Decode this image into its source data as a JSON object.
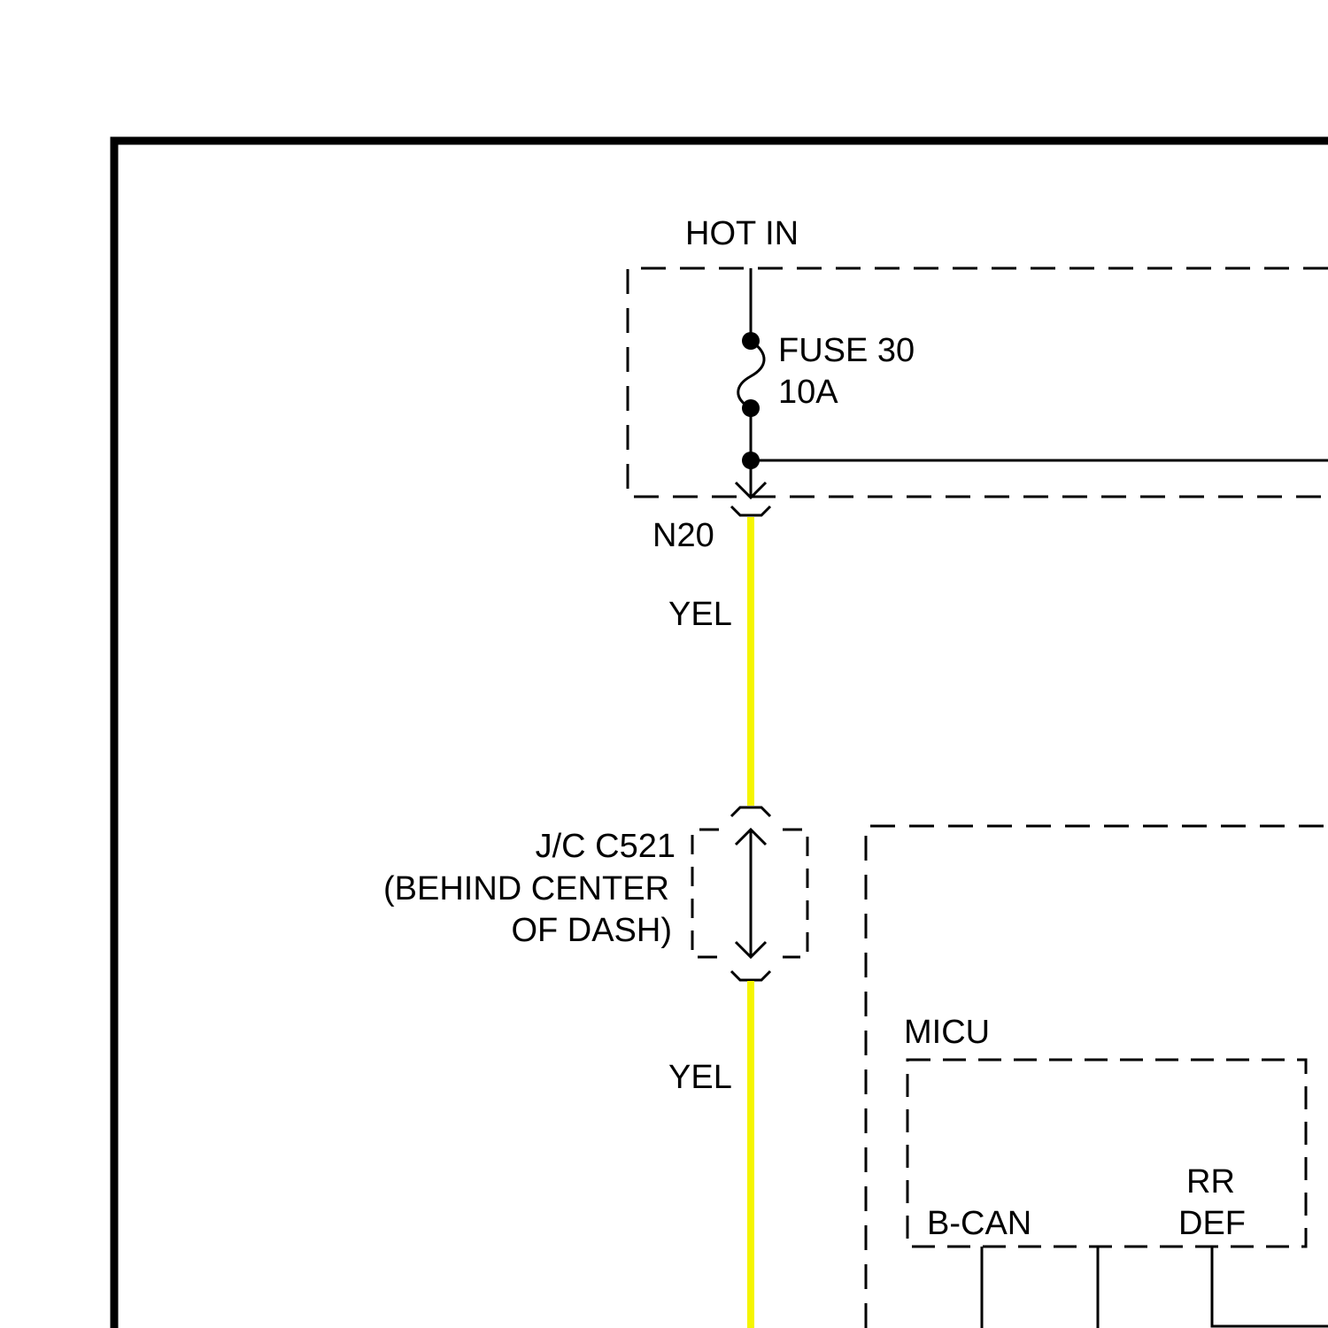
{
  "diagram": {
    "colors": {
      "wire": "#000000",
      "yellow_wire": "#f5f500",
      "background": "#ffffff"
    },
    "labels": {
      "hot_in": "HOT IN",
      "fuse_name": "FUSE 30",
      "fuse_rating": "10A",
      "connector_n20": "N20",
      "wire_color_upper": "YEL",
      "wire_color_lower": "YEL",
      "jc_line1": "J/C C521",
      "jc_line2": "(BEHIND CENTER",
      "jc_line3": "OF DASH)",
      "micu": "MICU",
      "bcan": "B-CAN",
      "rrdef_line1": "RR",
      "rrdef_line2": "DEF"
    }
  }
}
